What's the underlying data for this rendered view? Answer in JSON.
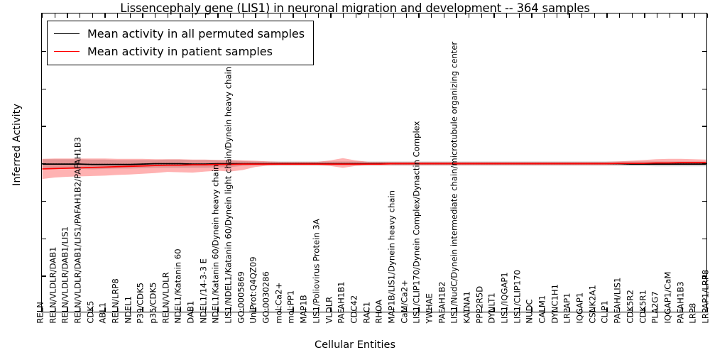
{
  "chart_data": {
    "type": "line",
    "title": "Lissencephaly gene (LIS1) in neuronal migration and development -- 364 samples",
    "xlabel": "Cellular Entities",
    "ylabel": "Inferred Activity",
    "ylim": [
      -4,
      4
    ],
    "yticks": [
      -4,
      -3,
      -2,
      -1,
      0,
      1,
      2,
      3,
      4
    ],
    "grid": false,
    "legend_position": "upper left",
    "legend": [
      {
        "name": "Mean activity in all permuted samples",
        "color": "#000000"
      },
      {
        "name": "Mean activity in patient samples",
        "color": "#ff0000"
      }
    ],
    "categories": [
      "RELN",
      "RELN/VLDLR/DAB1",
      "RELN/VLDLR/DAB1/LIS1",
      "RELN/VLDLR/DAB1/LIS1/PAFAH1B2/PAFAH1B3",
      "CDK5",
      "ABL1",
      "RELN/LRP8",
      "NDEL1",
      "P39/CDK5",
      "p35/CDK5",
      "RELN/VLDLR",
      "NDEL1/Katanin 60",
      "DAB1",
      "NDEL1/14-3-3 E",
      "NDEL1/Katanin 60/Dynein heavy chain",
      "LIS1/NDEL1/Katanin 60/Dynein light chain/Dynein heavy chain",
      "GO:0005869",
      "UniProt:Q4QZ09",
      "GO:0030286",
      "mol:Ca2+",
      "mol:PP1",
      "MAP1B",
      "LIS1/Poliovirus Protein 3A",
      "VLDLR",
      "PAFAH1B1",
      "CDC42",
      "RAC1",
      "RHOA",
      "MAP1B/LIS1/Dynein heavy chain",
      "CaM/Ca2+",
      "LIS1/CLIP170/Dynein Complex/Dynactin Complex",
      "YWHAE",
      "PAFAH1B2",
      "LIS1/NudC/Dynein intermediate chain/microtubule organizing center",
      "KATNA1",
      "PPP2R5D",
      "DYNLT1",
      "LIS1/IQGAP1",
      "LIS1/CLIP170",
      "NUDC",
      "CALM1",
      "DYNC1H1",
      "LRPAP1",
      "IQGAP1",
      "CSNK2A1",
      "CLIP1",
      "PAFAH/LIS1",
      "CDK5R2",
      "CDK5R1",
      "PLA2G7",
      "IQGAP1/CaM",
      "PAFAH1B3",
      "LRP8",
      "LRPAP1/LRP8"
    ],
    "series": [
      {
        "name": "Mean activity in all permuted samples",
        "color": "#000000",
        "values": [
          -0.04,
          -0.04,
          -0.04,
          -0.04,
          -0.05,
          -0.05,
          -0.05,
          -0.05,
          -0.04,
          -0.03,
          -0.03,
          -0.03,
          -0.04,
          -0.04,
          -0.03,
          -0.03,
          -0.03,
          -0.03,
          -0.03,
          -0.03,
          -0.03,
          -0.03,
          -0.03,
          -0.03,
          -0.03,
          -0.03,
          -0.03,
          -0.03,
          -0.03,
          -0.03,
          -0.03,
          -0.03,
          -0.03,
          -0.03,
          -0.03,
          -0.03,
          -0.03,
          -0.03,
          -0.03,
          -0.03,
          -0.03,
          -0.03,
          -0.03,
          -0.03,
          -0.03,
          -0.03,
          -0.03,
          -0.04,
          -0.04,
          -0.04,
          -0.04,
          -0.04,
          -0.04,
          -0.04
        ],
        "band_lower": [
          -0.17,
          -0.17,
          -0.17,
          -0.17,
          -0.18,
          -0.17,
          -0.16,
          -0.16,
          -0.15,
          -0.14,
          -0.14,
          -0.14,
          -0.14,
          -0.14,
          -0.13,
          -0.12,
          -0.09,
          -0.08,
          -0.08,
          -0.08,
          -0.08,
          -0.08,
          -0.08,
          -0.08,
          -0.08,
          -0.08,
          -0.08,
          -0.08,
          -0.08,
          -0.08,
          -0.08,
          -0.08,
          -0.08,
          -0.08,
          -0.08,
          -0.08,
          -0.08,
          -0.08,
          -0.08,
          -0.08,
          -0.08,
          -0.08,
          -0.08,
          -0.08,
          -0.08,
          -0.08,
          -0.08,
          -0.09,
          -0.09,
          -0.1,
          -0.1,
          -0.1,
          -0.1,
          -0.1
        ],
        "band_upper": [
          0.09,
          0.09,
          0.09,
          0.09,
          0.08,
          0.08,
          0.07,
          0.07,
          0.07,
          0.07,
          0.08,
          0.08,
          0.07,
          0.07,
          0.07,
          0.06,
          0.04,
          0.03,
          0.03,
          0.03,
          0.03,
          0.03,
          0.03,
          0.03,
          0.03,
          0.03,
          0.03,
          0.03,
          0.03,
          0.03,
          0.03,
          0.03,
          0.03,
          0.03,
          0.03,
          0.03,
          0.03,
          0.03,
          0.03,
          0.03,
          0.03,
          0.03,
          0.03,
          0.03,
          0.03,
          0.03,
          0.03,
          0.03,
          0.03,
          0.03,
          0.03,
          0.03,
          0.03,
          0.03
        ]
      },
      {
        "name": "Mean activity in patient samples",
        "color": "#ff0000",
        "values": [
          -0.17,
          -0.16,
          -0.15,
          -0.14,
          -0.13,
          -0.12,
          -0.11,
          -0.1,
          -0.09,
          -0.08,
          -0.07,
          -0.07,
          -0.06,
          -0.06,
          -0.05,
          -0.05,
          -0.04,
          -0.04,
          -0.04,
          -0.04,
          -0.04,
          -0.04,
          -0.04,
          -0.04,
          -0.04,
          -0.04,
          -0.04,
          -0.04,
          -0.03,
          -0.03,
          -0.03,
          -0.03,
          -0.03,
          -0.03,
          -0.03,
          -0.03,
          -0.03,
          -0.03,
          -0.03,
          -0.03,
          -0.03,
          -0.03,
          -0.03,
          -0.03,
          -0.03,
          -0.03,
          -0.02,
          -0.02,
          -0.02,
          -0.01,
          -0.01,
          0.0,
          0.0,
          0.0
        ],
        "band_lower": [
          -0.44,
          -0.4,
          -0.38,
          -0.37,
          -0.36,
          -0.35,
          -0.33,
          -0.32,
          -0.3,
          -0.28,
          -0.25,
          -0.26,
          -0.27,
          -0.24,
          -0.22,
          -0.24,
          -0.2,
          -0.12,
          -0.08,
          -0.07,
          -0.07,
          -0.07,
          -0.07,
          -0.09,
          -0.14,
          -0.09,
          -0.07,
          -0.07,
          -0.07,
          -0.07,
          -0.07,
          -0.07,
          -0.07,
          -0.07,
          -0.07,
          -0.07,
          -0.07,
          -0.07,
          -0.07,
          -0.07,
          -0.07,
          -0.07,
          -0.07,
          -0.07,
          -0.07,
          -0.07,
          -0.07,
          -0.06,
          -0.06,
          -0.06,
          -0.06,
          -0.06,
          -0.06,
          -0.06
        ],
        "band_upper": [
          0.1,
          0.11,
          0.11,
          0.11,
          0.11,
          0.11,
          0.1,
          0.1,
          0.1,
          0.09,
          0.09,
          0.09,
          0.08,
          0.08,
          0.07,
          0.07,
          0.06,
          0.05,
          0.03,
          0.02,
          0.02,
          0.02,
          0.02,
          0.06,
          0.12,
          0.06,
          0.02,
          0.02,
          0.02,
          0.02,
          0.02,
          0.02,
          0.02,
          0.02,
          0.02,
          0.02,
          0.02,
          0.02,
          0.02,
          0.02,
          0.02,
          0.02,
          0.02,
          0.02,
          0.02,
          0.02,
          0.03,
          0.05,
          0.07,
          0.09,
          0.1,
          0.1,
          0.09,
          0.08
        ]
      }
    ]
  }
}
